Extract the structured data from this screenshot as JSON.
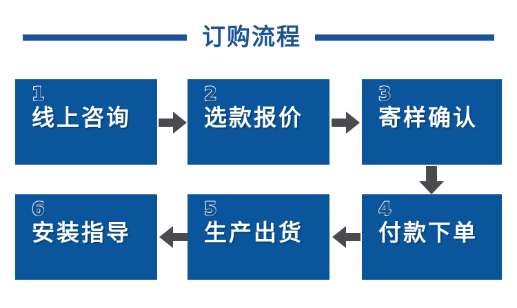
{
  "title": {
    "text": "订购流程"
  },
  "colors": {
    "brand_blue": "#0a559b",
    "title_blue": "#1b5396",
    "arrow_gray": "#4a4a4f",
    "box_text": "#ffffff",
    "background": "#ffffff"
  },
  "flow": {
    "steps": [
      {
        "number": "1",
        "label": "线上咨询"
      },
      {
        "number": "2",
        "label": "选款报价"
      },
      {
        "number": "3",
        "label": "寄样确认"
      },
      {
        "number": "4",
        "label": "付款下单"
      },
      {
        "number": "5",
        "label": "生产出货"
      },
      {
        "number": "6",
        "label": "安装指导"
      }
    ],
    "connectors": [
      {
        "name": "arrow-step1-to-step2",
        "direction": "right"
      },
      {
        "name": "arrow-step2-to-step3",
        "direction": "right"
      },
      {
        "name": "arrow-step3-to-step4",
        "direction": "down"
      },
      {
        "name": "arrow-step4-to-step5",
        "direction": "left"
      },
      {
        "name": "arrow-step5-to-step6",
        "direction": "left"
      }
    ]
  }
}
